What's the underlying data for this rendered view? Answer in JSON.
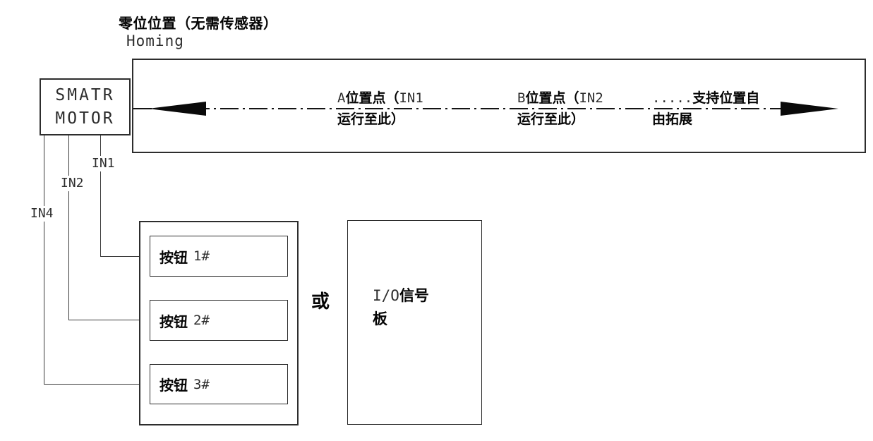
{
  "colors": {
    "ink": "#050505",
    "cad_stroke_text": "#2e2e2e",
    "line": "#3a3a3a",
    "background": "#ffffff"
  },
  "header": {
    "title": "零位位置（无需传感器）",
    "subtitle": "Homing"
  },
  "motor": {
    "line1": "SMATR",
    "line2": "MOTOR"
  },
  "track": {
    "pos_a": {
      "latin_prefix": "A",
      "cjk": "位置点（",
      "latin_suffix": "IN1",
      "line2": "运行至此）"
    },
    "pos_b": {
      "latin_prefix": "B",
      "cjk": "位置点（",
      "latin_suffix": "IN2",
      "line2": "运行至此）"
    },
    "extend": {
      "dots": ".....",
      "line1": "支持位置自",
      "line2": "由拓展"
    }
  },
  "signals": {
    "in1": "IN1",
    "in2": "IN2",
    "in4": "IN4"
  },
  "buttons_panel": {
    "buttons": [
      {
        "cjk": "按钮",
        "num": "1#"
      },
      {
        "cjk": "按钮",
        "num": "2#"
      },
      {
        "cjk": "按钮",
        "num": "3#"
      }
    ]
  },
  "or_label": "或",
  "io_board": {
    "latin": "I/O",
    "cjk_line1": "信号",
    "line2": "板"
  }
}
